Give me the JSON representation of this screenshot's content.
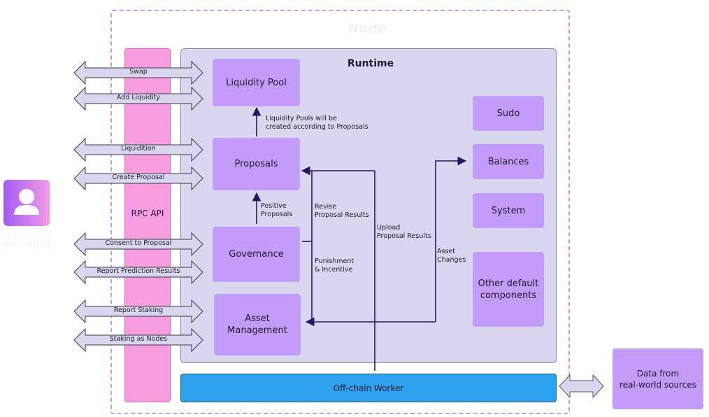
{
  "node": {
    "label": "Node"
  },
  "account": {
    "label": "Account",
    "icon": "user-icon"
  },
  "rpc": {
    "label": "RPC API"
  },
  "runtime": {
    "label": "Runtime",
    "modules": {
      "liquidity_pool": "Liquidity Pool",
      "proposals": "Proposals",
      "governance": "Governance",
      "asset_management": "Asset Management",
      "sudo": "Sudo",
      "balances": "Balances",
      "system": "System",
      "other": "Other default components"
    },
    "notes": {
      "pools_created_1": "Liquidity Pools will be",
      "pools_created_2": "created according to Proposals",
      "positive_1": "Positive",
      "positive_2": "Proposals",
      "revise_1": "Revise",
      "revise_2": "Proposal Results",
      "punish_1": "Punishment",
      "punish_2": "& Incentive",
      "upload_1": "Upload",
      "upload_2": "Proposal Results",
      "asset_1": "Asset",
      "asset_2": "Changes"
    }
  },
  "api_calls": [
    "Swap",
    "Add Liquidity",
    "Liquidition",
    "Create Proposal",
    "Consent to Proposal",
    "Report Prediction Results",
    "Report Staking",
    "Staking as Nodes"
  ],
  "offchain": {
    "label": "Off-chain Worker"
  },
  "data_source": {
    "label_1": "Data from",
    "label_2": "real-world sources"
  },
  "colors": {
    "module": "#c39bf8",
    "runtime_bg": "#d9d7ef",
    "rpc": "#f79de0",
    "offchain": "#2ea1ee",
    "arrow": "#2a1460",
    "node_border": "#c39bf5"
  }
}
